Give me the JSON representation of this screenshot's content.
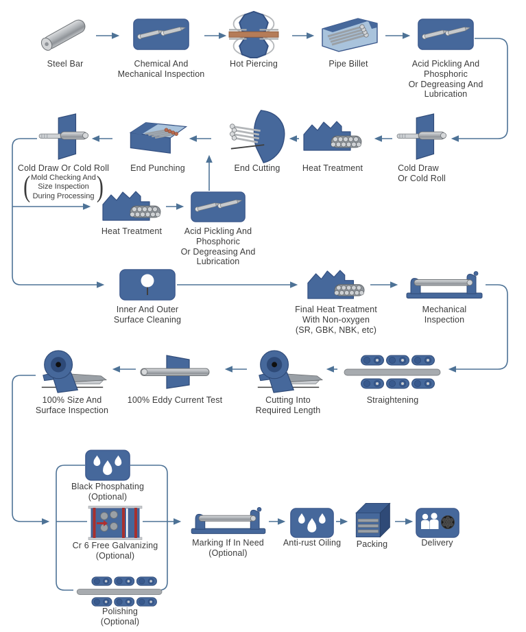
{
  "colors": {
    "box_blue": "#46689b",
    "box_blue_dark": "#2f4a77",
    "light_blue": "#a9c3dc",
    "steel_gray": "#9aa0a6",
    "copper": "#b57c58",
    "red_bar": "#a8302e",
    "arrow": "#4d7296",
    "text": "#3a3a3a",
    "background": "#ffffff"
  },
  "nodes": {
    "steel_bar": {
      "label": "Steel Bar"
    },
    "chem_inspection": {
      "label": "Chemical And\nMechanical Inspection"
    },
    "hot_piercing": {
      "label": "Hot Piercing"
    },
    "pipe_billet": {
      "label": "Pipe Billet"
    },
    "acid_pickling_1": {
      "label": "Acid Pickling And\nPhosphoric\nOr Degreasing And\nLubrication"
    },
    "cold_draw_left": {
      "label": "Cold Draw Or Cold Roll",
      "paren_open": "(",
      "note": "Mold Checking And\nSize Inspection\nDuring Processing",
      "paren_close": ")"
    },
    "end_punching": {
      "label": "End Punching"
    },
    "end_cutting": {
      "label": "End Cutting"
    },
    "heat_treatment_2": {
      "label": "Heat Treatment"
    },
    "cold_draw_right": {
      "label": "Cold Draw\nOr Cold Roll"
    },
    "heat_treatment_3": {
      "label": "Heat Treatment"
    },
    "acid_pickling_2": {
      "label": "Acid Pickling And\nPhosphoric\nOr Degreasing And\nLubrication"
    },
    "surface_cleaning": {
      "label": "Inner And Outer\nSurface Cleaning"
    },
    "final_heat": {
      "label": "Final Heat Treatment\nWith Non-oxygen\n(SR, GBK, NBK, etc)"
    },
    "mech_inspection": {
      "label": "Mechanical\nInspection"
    },
    "size_inspection": {
      "label": "100% Size And\nSurface Inspection"
    },
    "eddy_test": {
      "label": "100% Eddy Current Test"
    },
    "cutting_length": {
      "label": "Cutting Into\nRequired Length"
    },
    "straightening": {
      "label": "Straightening"
    },
    "black_phosphating": {
      "label": "Black Phosphating\n(Optional)"
    },
    "galvanizing": {
      "label": "Cr 6 Free Galvanizing\n(Optional)"
    },
    "polishing": {
      "label": "Polishing\n(Optional)"
    },
    "marking": {
      "label": "Marking If In Need\n(Optional)"
    },
    "anti_rust": {
      "label": "Anti-rust Oiling"
    },
    "packing": {
      "label": "Packing"
    },
    "delivery": {
      "label": "Delivery"
    }
  },
  "edges": [
    {
      "from": "steel_bar",
      "to": "chem_inspection"
    },
    {
      "from": "chem_inspection",
      "to": "hot_piercing"
    },
    {
      "from": "hot_piercing",
      "to": "pipe_billet"
    },
    {
      "from": "pipe_billet",
      "to": "acid_pickling_1"
    },
    {
      "from": "acid_pickling_1",
      "to": "cold_draw_right"
    },
    {
      "from": "cold_draw_right",
      "to": "heat_treatment_2"
    },
    {
      "from": "heat_treatment_2",
      "to": "end_cutting"
    },
    {
      "from": "end_cutting",
      "to": "end_punching"
    },
    {
      "from": "end_punching",
      "to": "cold_draw_left"
    },
    {
      "from": "cold_draw_left",
      "to": "heat_treatment_3"
    },
    {
      "from": "heat_treatment_3",
      "to": "acid_pickling_2"
    },
    {
      "from": "acid_pickling_2",
      "to": "end_punching"
    },
    {
      "from": "cold_draw_left",
      "to": "surface_cleaning"
    },
    {
      "from": "surface_cleaning",
      "to": "final_heat"
    },
    {
      "from": "final_heat",
      "to": "mech_inspection"
    },
    {
      "from": "mech_inspection",
      "to": "straightening"
    },
    {
      "from": "straightening",
      "to": "cutting_length"
    },
    {
      "from": "cutting_length",
      "to": "eddy_test"
    },
    {
      "from": "eddy_test",
      "to": "size_inspection"
    },
    {
      "from": "size_inspection",
      "to": "optional_branch"
    },
    {
      "from": "optional_branch",
      "to": "black_phosphating"
    },
    {
      "from": "optional_branch",
      "to": "galvanizing"
    },
    {
      "from": "optional_branch",
      "to": "polishing"
    },
    {
      "from": "optional_merge",
      "to": "marking"
    },
    {
      "from": "marking",
      "to": "anti_rust"
    },
    {
      "from": "anti_rust",
      "to": "packing"
    },
    {
      "from": "packing",
      "to": "delivery"
    }
  ]
}
